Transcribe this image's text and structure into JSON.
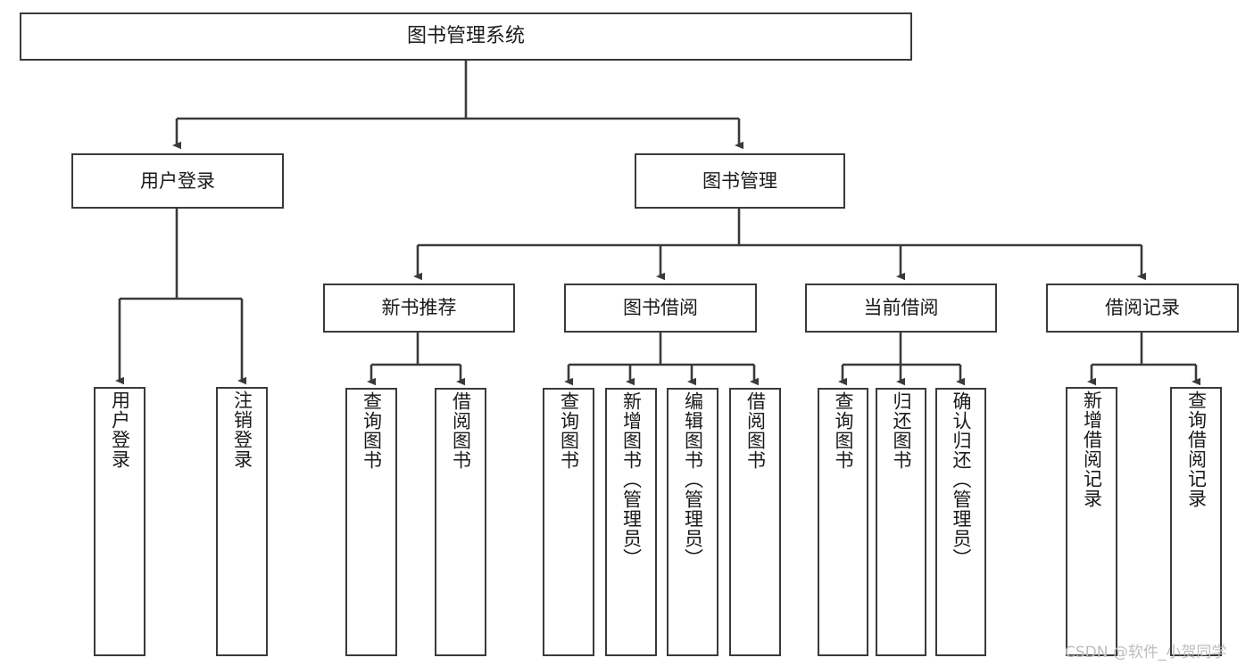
{
  "diagram": {
    "title": "图书管理系统",
    "type": "hierarchy-tree",
    "watermark": "CSDN @软件_小贺同学",
    "colors": {
      "box_border": "#3a3a3a",
      "box_fill": "#ffffff",
      "connector": "#3a3a3a",
      "text": "#1a1a1a",
      "watermark": "#bdbdbd",
      "background": "#ffffff"
    }
  },
  "nodes": {
    "root": {
      "label": "图书管理系统"
    },
    "level2": [
      {
        "label": "用户登录"
      },
      {
        "label": "图书管理"
      }
    ],
    "level3": [
      {
        "label": "新书推荐"
      },
      {
        "label": "图书借阅"
      },
      {
        "label": "当前借阅"
      },
      {
        "label": "借阅记录"
      }
    ],
    "leaves_user_login": [
      {
        "label": "用户登录"
      },
      {
        "label": "注销登录"
      }
    ],
    "leaves_new_book": [
      {
        "label": "查询图书"
      },
      {
        "label": "借阅图书"
      }
    ],
    "leaves_borrow": [
      {
        "label": "查询图书"
      },
      {
        "label": "新增图书（管理员）"
      },
      {
        "label": "编辑图书（管理员）"
      },
      {
        "label": "借阅图书"
      }
    ],
    "leaves_current": [
      {
        "label": "查询图书"
      },
      {
        "label": "归还图书"
      },
      {
        "label": "确认归还（管理员）"
      }
    ],
    "leaves_records": [
      {
        "label": "新增借阅记录"
      },
      {
        "label": "查询借阅记录"
      }
    ]
  }
}
